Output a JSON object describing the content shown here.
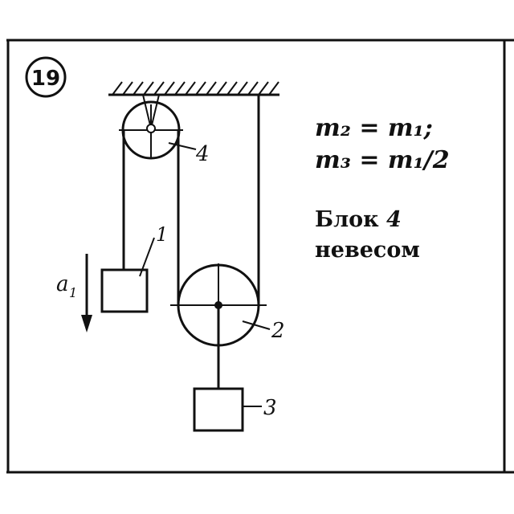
{
  "problem_number": "19",
  "formulas": {
    "line1": "m₂ = m₁;",
    "line2": "m₃ = m₁/2"
  },
  "note": {
    "word1": "Блок",
    "block_num": "4",
    "word2": "невесом"
  },
  "labels": {
    "mass1": "1",
    "pulley2": "2",
    "mass3": "3",
    "pulley4": "4",
    "accel": "a",
    "accel_sub": "1"
  }
}
